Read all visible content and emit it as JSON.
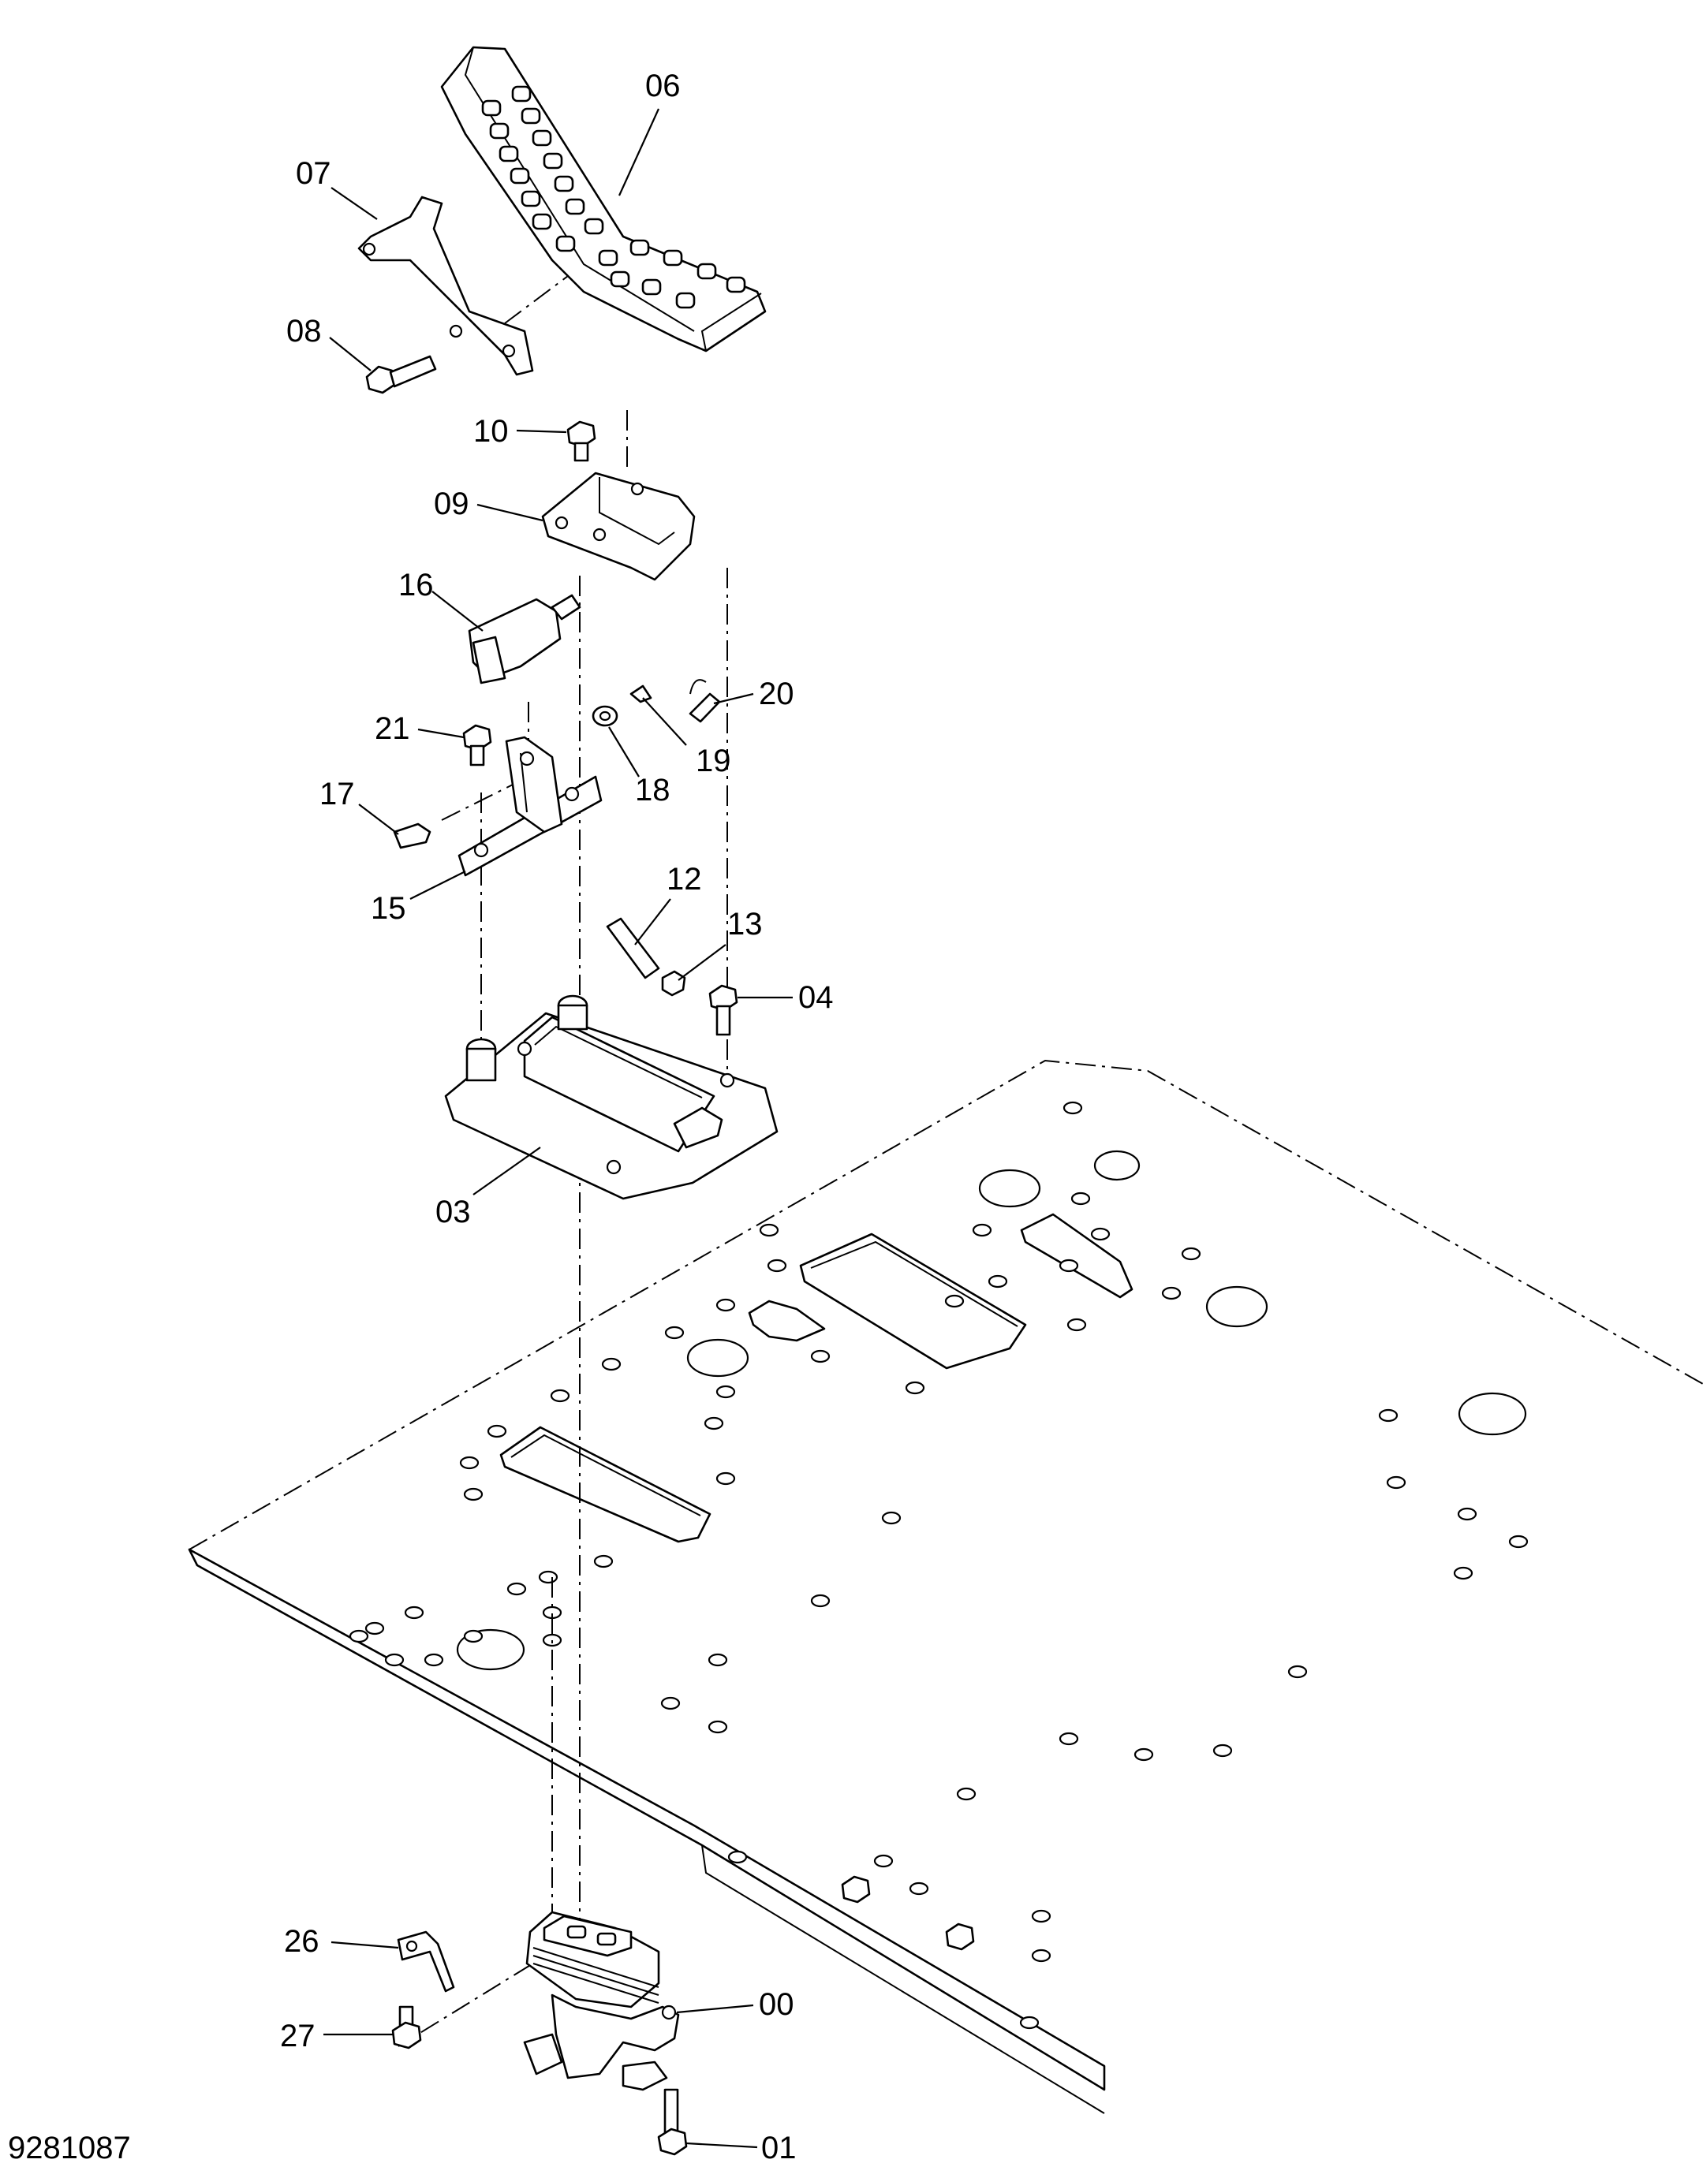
{
  "diagram": {
    "drawing_number": "9281087",
    "callouts": [
      {
        "id": "c00",
        "label": "00"
      },
      {
        "id": "c01",
        "label": "01"
      },
      {
        "id": "c03",
        "label": "03"
      },
      {
        "id": "c04",
        "label": "04"
      },
      {
        "id": "c06",
        "label": "06"
      },
      {
        "id": "c07",
        "label": "07"
      },
      {
        "id": "c08",
        "label": "08"
      },
      {
        "id": "c09",
        "label": "09"
      },
      {
        "id": "c10",
        "label": "10"
      },
      {
        "id": "c12",
        "label": "12"
      },
      {
        "id": "c13",
        "label": "13"
      },
      {
        "id": "c15",
        "label": "15"
      },
      {
        "id": "c16",
        "label": "16"
      },
      {
        "id": "c17",
        "label": "17"
      },
      {
        "id": "c18",
        "label": "18"
      },
      {
        "id": "c19",
        "label": "19"
      },
      {
        "id": "c20",
        "label": "20"
      },
      {
        "id": "c21",
        "label": "21"
      },
      {
        "id": "c26",
        "label": "26"
      },
      {
        "id": "c27",
        "label": "27"
      }
    ]
  }
}
